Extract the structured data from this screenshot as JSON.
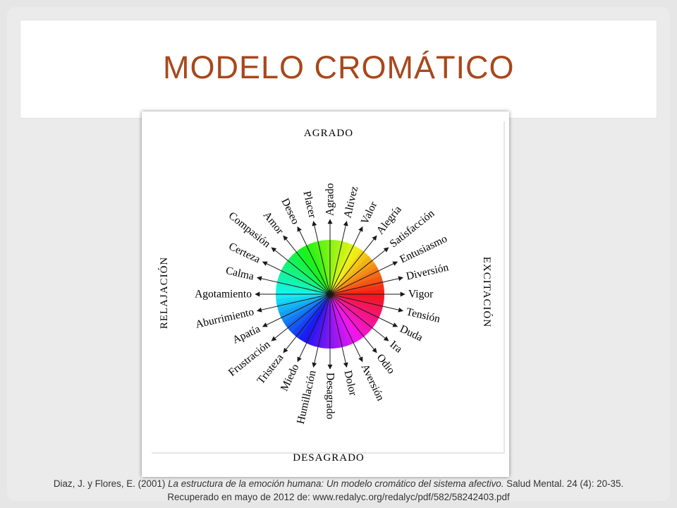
{
  "slide": {
    "title": "MODELO CROMÁTICO",
    "title_color": "#a8481c",
    "text_color": "#333333"
  },
  "diagram": {
    "axes": {
      "top": "AGRADO",
      "bottom": "DESAGRADO",
      "left": "RELAJACIÓN",
      "right": "EXCITACIÓN"
    },
    "emotions_clockwise_from_top": [
      "Agrado",
      "Altivez",
      "Valor",
      "Alegría",
      "Satisfacción",
      "Entusiasmo",
      "Diversión",
      "Vigor",
      "Tensión",
      "Duda",
      "Ira",
      "Odio",
      "Aversión",
      "Dolor",
      "Desagrado",
      "Humillación",
      "Miedo",
      "Tristeza",
      "Frustración",
      "Apatía",
      "Aburrimiento",
      "Agotamiento",
      "Calma",
      "Certeza",
      "Compasión",
      "Amor",
      "Deseo",
      "Placer"
    ]
  },
  "citation": {
    "author": "Diaz, J. y Flores, E. (2001) ",
    "work_title": "La estructura de la emoción humana: Un modelo cromático del sistema afectivo.",
    "journal": " Salud Mental. 24 (4): 20-35.",
    "retrieved": "Recuperado en mayo de 2012 de:  www.redalyc.org/redalyc/pdf/582/58242403.pdf"
  }
}
